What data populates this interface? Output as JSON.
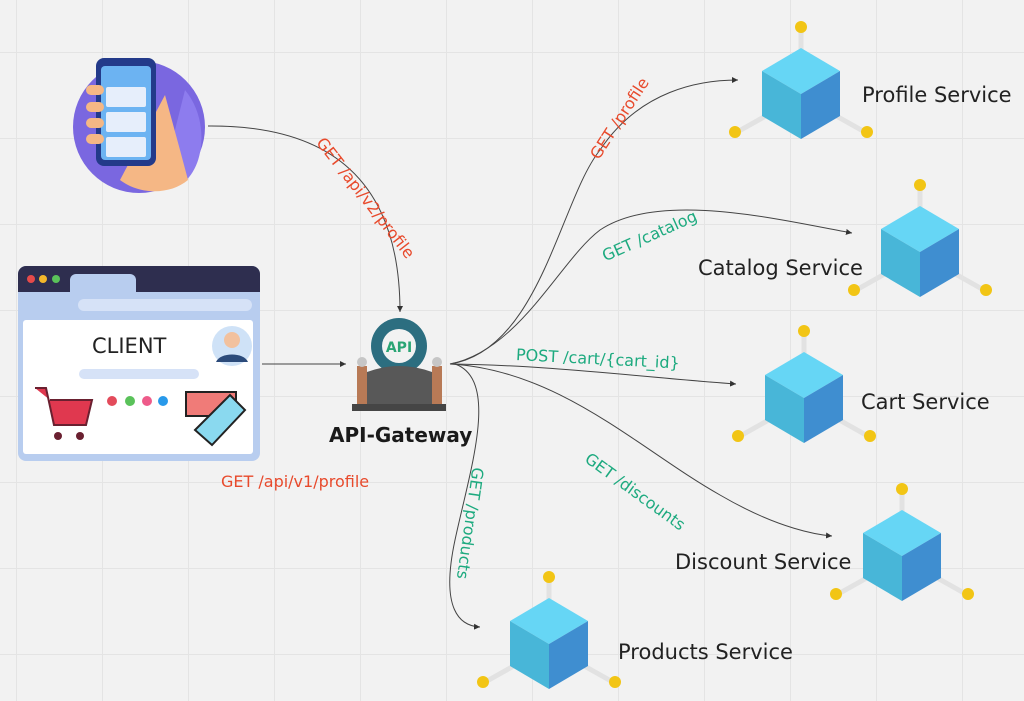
{
  "diagram": {
    "title": "API Gateway routing",
    "clients": {
      "mobile": {
        "icon": "smartphone-in-hand-icon"
      },
      "web": {
        "label": "CLIENT",
        "icon": "browser-window-icon"
      }
    },
    "gateway": {
      "label": "API-Gateway",
      "badge": "API",
      "icon": "gate-gear-icon"
    },
    "client_requests": [
      {
        "from": "mobile",
        "label": "GET /api/v2/profile",
        "color": "#e84a2c"
      },
      {
        "from": "web",
        "label": "GET /api/v1/profile",
        "color": "#e84a2c"
      }
    ],
    "routes": [
      {
        "label": "GET /profile",
        "target": "Profile Service",
        "color": "#e84a2c"
      },
      {
        "label": "GET /catalog",
        "target": "Catalog Service",
        "color": "#1daa7f"
      },
      {
        "label": "POST /cart/{cart_id}",
        "target": "Cart Service",
        "color": "#1daa7f"
      },
      {
        "label": "GET /discounts",
        "target": "Discount Service",
        "color": "#1daa7f"
      },
      {
        "label": "GET /products",
        "target": "Products Service",
        "color": "#1daa7f"
      }
    ],
    "services": [
      "Profile Service",
      "Catalog Service",
      "Cart Service",
      "Discount Service",
      "Products Service"
    ],
    "colors": {
      "request_red": "#e84a2c",
      "route_green": "#1daa7f",
      "cube_light": "#5fd0ef",
      "cube_dark": "#3f8fd0",
      "node_yellow": "#f2c515"
    }
  }
}
